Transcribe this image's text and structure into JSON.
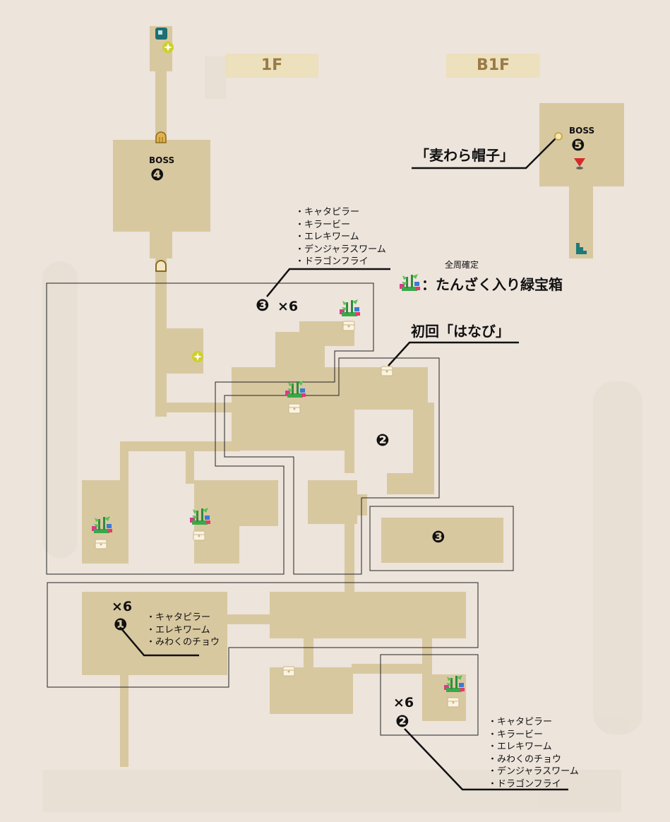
{
  "floors": {
    "first": "1F",
    "basement": "B1F"
  },
  "boss_label": "BOSS",
  "markers": {
    "m1": "❶",
    "m2": "❷",
    "m3": "❸",
    "m4": "❹",
    "m5": "❺"
  },
  "multiplier": "×6",
  "callouts": {
    "straw_hat": "「麦わら帽子」",
    "hanabi": "初回「はなび」",
    "legend_note": "全周確定",
    "legend_text": "：たんざく入り緑宝箱"
  },
  "monster_lists": {
    "group3": [
      "・キャタピラー",
      "・キラービー",
      "・エレキワーム",
      "・デンジャラスワーム",
      "・ドラゴンフライ"
    ],
    "group1": [
      "・キャタピラー",
      "・エレキワーム",
      "・みわくのチョウ"
    ],
    "group2": [
      "・キャタピラー",
      "・キラービー",
      "・エレキワーム",
      "・みわくのチョウ",
      "・デンジャラスワーム",
      "・ドラゴンフライ"
    ]
  },
  "icons": {
    "bamboo_chest": "tanzaku-bamboo-chest-icon",
    "treasure_chest": "treasure-chest-icon",
    "sparkle": "sparkle-icon",
    "door": "door-icon",
    "stairs": "stairs-icon",
    "save_point": "save-point-icon",
    "destination_pin": "red-pin-icon",
    "item_spot": "item-spot-icon"
  },
  "colors": {
    "background": "#ede4dc",
    "floor": "#d8c8a0",
    "floor_tag_bg": "#ece0bd",
    "floor_tag_text": "#9b7b45",
    "teal": "#1f7a7a",
    "sparkle": "#cfcf2a",
    "pin": "#d62a2a"
  }
}
